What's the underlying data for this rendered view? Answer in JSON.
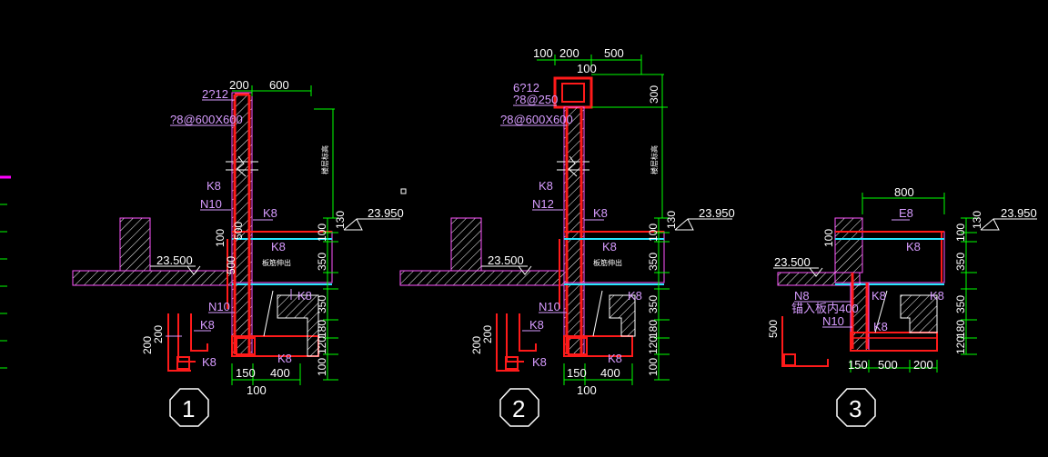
{
  "colors": {
    "background": "#000000",
    "dimension_line": "#00ff00",
    "rebar": "#ff1a1a",
    "concrete": "#ff55ff",
    "label": "#d79cff",
    "slab_bar": "#28e6ff",
    "text": "#ffffff"
  },
  "detail1": {
    "top_dims": [
      "200",
      "600"
    ],
    "bar_main": "2?12",
    "bar_stirrup": "?8@600X600",
    "k8_a": "K8",
    "n10_a": "N10",
    "k8_b": "K8",
    "k8_c": "K8",
    "k8_d": "K8",
    "n10_b": "N10",
    "k8_e": "K8",
    "k8_f": "K8",
    "elev_top": "23.950",
    "elev_low": "23.500",
    "side_130": "130",
    "side_100a": "100",
    "side_350a": "350",
    "side_350b": "350",
    "side_180": "180",
    "side_120": "120",
    "side_100b": "100",
    "left_100": "100",
    "left_500a": "500",
    "left_500b": "500",
    "bot_150": "150",
    "bot_400": "400",
    "bot_100": "100",
    "hook_200a": "200",
    "hook_200b": "200",
    "number": "1"
  },
  "detail2": {
    "top_dims": [
      "100",
      "200",
      "500",
      "100"
    ],
    "bar_main": "6?12",
    "bar_tie": "?8@250",
    "bar_stirrup": "?8@600X600",
    "side_300": "300",
    "k8_a": "K8",
    "n12": "N12",
    "k8_b": "K8",
    "k8_c": "K8",
    "k8_d": "K8",
    "n10": "N10",
    "k8_e": "K8",
    "k8_f": "K8",
    "elev_top": "23.950",
    "elev_low": "23.500",
    "side_130": "130",
    "side_100a": "100",
    "side_350a": "350",
    "side_350b": "350",
    "side_180": "180",
    "side_120": "120",
    "side_100b": "100",
    "bot_150": "150",
    "bot_400": "400",
    "bot_100": "100",
    "hook_200a": "200",
    "hook_200b": "200",
    "number": "2"
  },
  "detail3": {
    "top_dim": "800",
    "e8": "E8",
    "k8_a": "K8",
    "k8_b": "K8",
    "k8_c": "K8",
    "n8": "N8",
    "n10": "N10",
    "note": "锚入板内400",
    "elev_top": "23.950",
    "elev_low": "23.500",
    "side_130": "130",
    "side_100a": "100",
    "side_350a": "350",
    "side_350b": "350",
    "side_180": "180",
    "side_120": "120",
    "left_100": "100",
    "hook_500": "500",
    "bot_150": "150",
    "bot_500": "500",
    "bot_200": "200",
    "number": "3"
  }
}
